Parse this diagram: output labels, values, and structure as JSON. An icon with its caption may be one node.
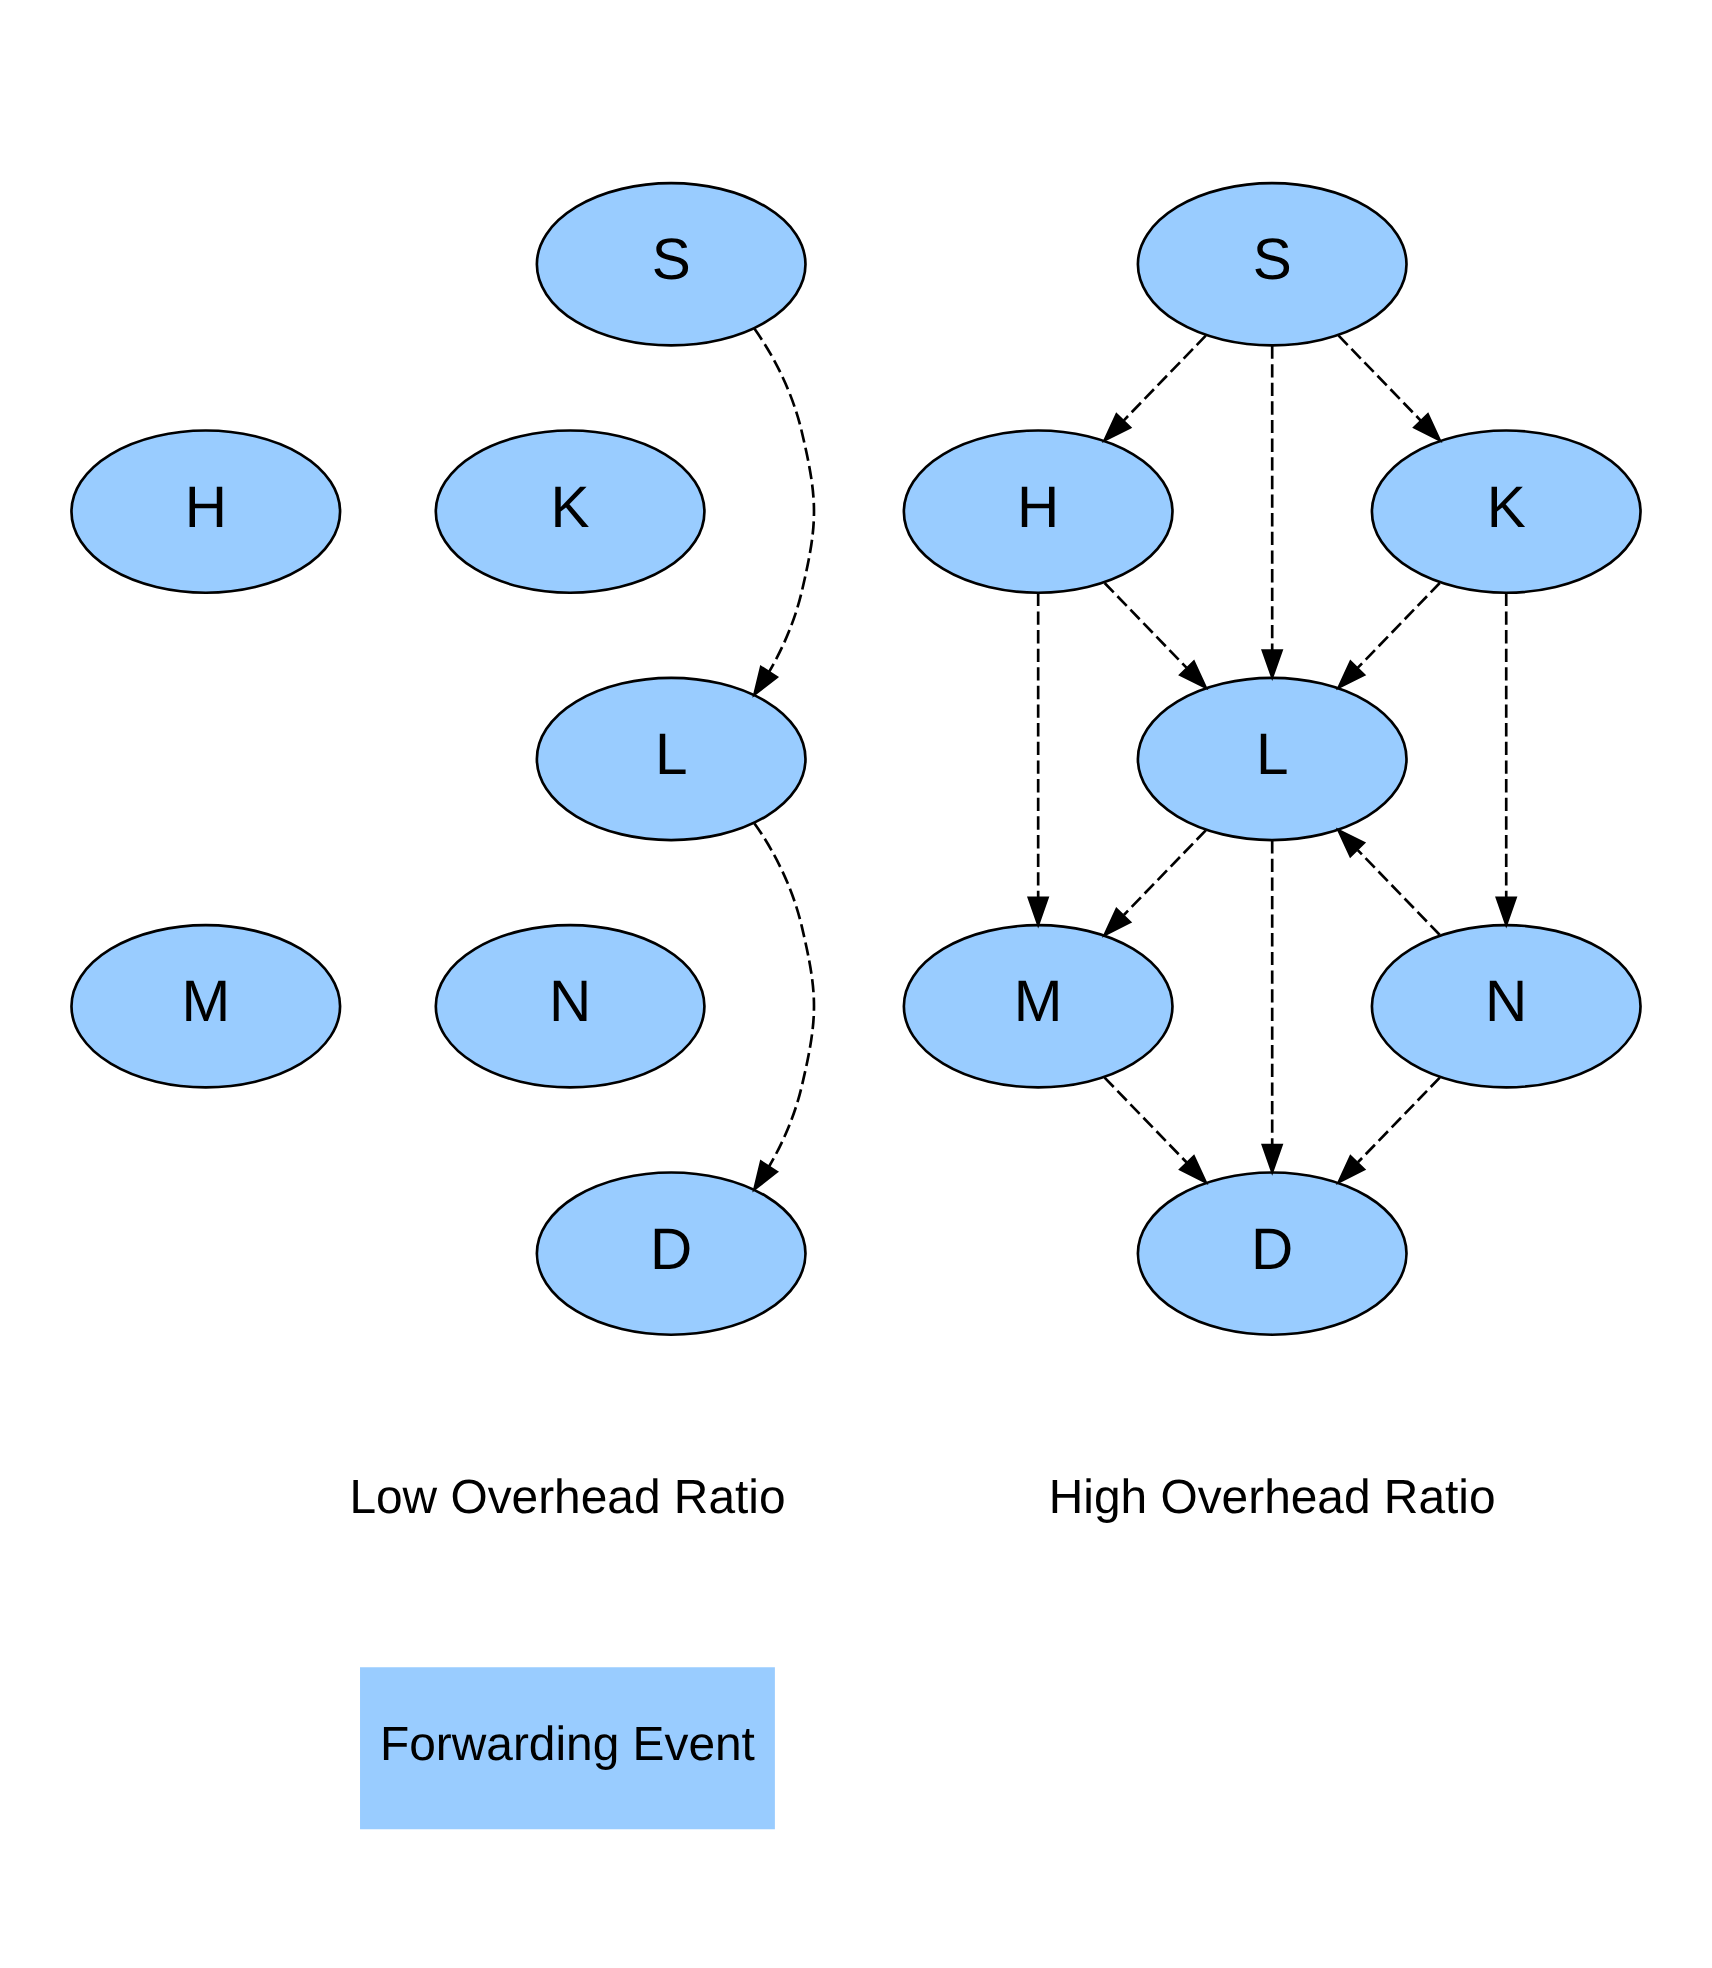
{
  "diagram": {
    "nodes": [
      {
        "text": [
          "S"
        ]
      },
      {
        "text": [
          "H"
        ]
      },
      {
        "text": [
          "K"
        ]
      },
      {
        "text": [
          "L"
        ]
      },
      {
        "text": [
          "M"
        ]
      },
      {
        "text": [
          "N"
        ]
      },
      {
        "text": [
          "D"
        ]
      },
      {
        "text": [
          "S"
        ]
      },
      {
        "text": [
          "H"
        ]
      },
      {
        "text": [
          "K"
        ]
      },
      {
        "text": [
          "L"
        ]
      },
      {
        "text": [
          "M"
        ]
      },
      {
        "text": [
          "N"
        ]
      },
      {
        "text": [
          "D"
        ]
      }
    ],
    "edges": [
      {
        "from": 0,
        "to": 3,
        "arrow": "to"
      },
      {
        "from": 3,
        "to": 6,
        "arrow": "to"
      },
      {
        "from": 7,
        "to": 8,
        "arrow": "to"
      },
      {
        "from": 7,
        "to": 10,
        "arrow": "to"
      },
      {
        "from": 7,
        "to": 9,
        "arrow": "to"
      },
      {
        "from": 8,
        "to": 10,
        "arrow": "to"
      },
      {
        "from": 8,
        "to": 11,
        "arrow": "to"
      },
      {
        "from": 9,
        "to": 10,
        "arrow": "to"
      },
      {
        "from": 9,
        "to": 12,
        "arrow": "to"
      },
      {
        "from": 10,
        "to": 11,
        "arrow": "to"
      },
      {
        "from": 12,
        "to": 10,
        "arrow": "to"
      },
      {
        "from": 10,
        "to": 13,
        "arrow": "to"
      },
      {
        "from": 11,
        "to": 13,
        "arrow": "to"
      },
      {
        "from": 12,
        "to": 13,
        "arrow": "to"
      }
    ],
    "labels": [
      "Low Overhead Ratio",
      "High Overhead Ratio"
    ],
    "legend": [
      {
        "text": "Forwarding Event"
      }
    ]
  }
}
